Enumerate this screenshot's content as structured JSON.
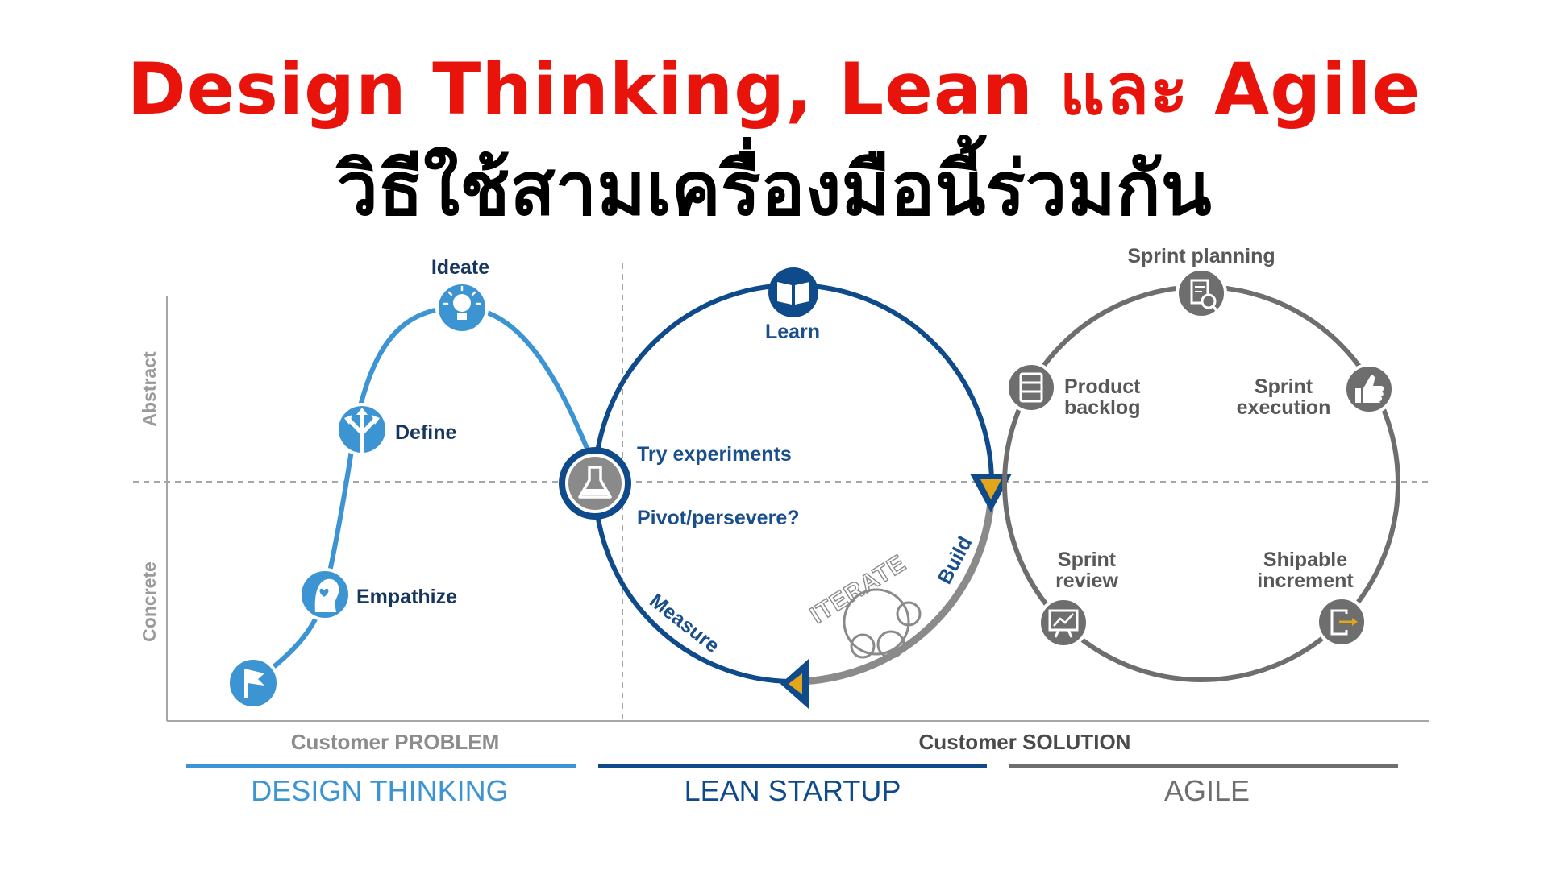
{
  "title": {
    "line1": "Design Thinking, Lean และ Agile",
    "line2": "วิธีใช้สามเครื่องมือนี้ร่วมกัน"
  },
  "axes": {
    "abstract": "Abstract",
    "concrete": "Concrete"
  },
  "design_thinking": {
    "ideate": "Ideate",
    "define": "Define",
    "empathize": "Empathize"
  },
  "lean_startup": {
    "learn": "Learn",
    "try_experiments": "Try experiments",
    "pivot": "Pivot/persevere?",
    "measure": "Measure",
    "build": "Build",
    "iterate": "ITERATE"
  },
  "agile": {
    "sprint_planning": "Sprint planning",
    "product_backlog_1": "Product",
    "product_backlog_2": "backlog",
    "sprint_execution_1": "Sprint",
    "sprint_execution_2": "execution",
    "sprint_review_1": "Sprint",
    "sprint_review_2": "review",
    "shipable_increment_1": "Shipable",
    "shipable_increment_2": "increment"
  },
  "bottom": {
    "customer_problem": "Customer PROBLEM",
    "customer_solution": "Customer SOLUTION",
    "design_thinking": "DESIGN THINKING",
    "lean_startup": "LEAN STARTUP",
    "agile": "AGILE"
  },
  "colors": {
    "design_thinking": "#3c95d2",
    "lean_startup": "#0f4a8a",
    "agile": "#6e6e6e",
    "title_accent": "#e8140c",
    "arrow_accent": "#e3a51a"
  },
  "icons": {
    "ideate": "lightbulb-icon",
    "define": "split-arrows-icon",
    "empathize": "head-heart-icon",
    "start": "flag-icon",
    "learn": "book-icon",
    "experiment": "flask-icon",
    "sprint_planning": "document-search-icon",
    "product_backlog": "list-icon",
    "sprint_execution": "thumbs-up-icon",
    "sprint_review": "chart-board-icon",
    "shipable_increment": "export-icon"
  }
}
